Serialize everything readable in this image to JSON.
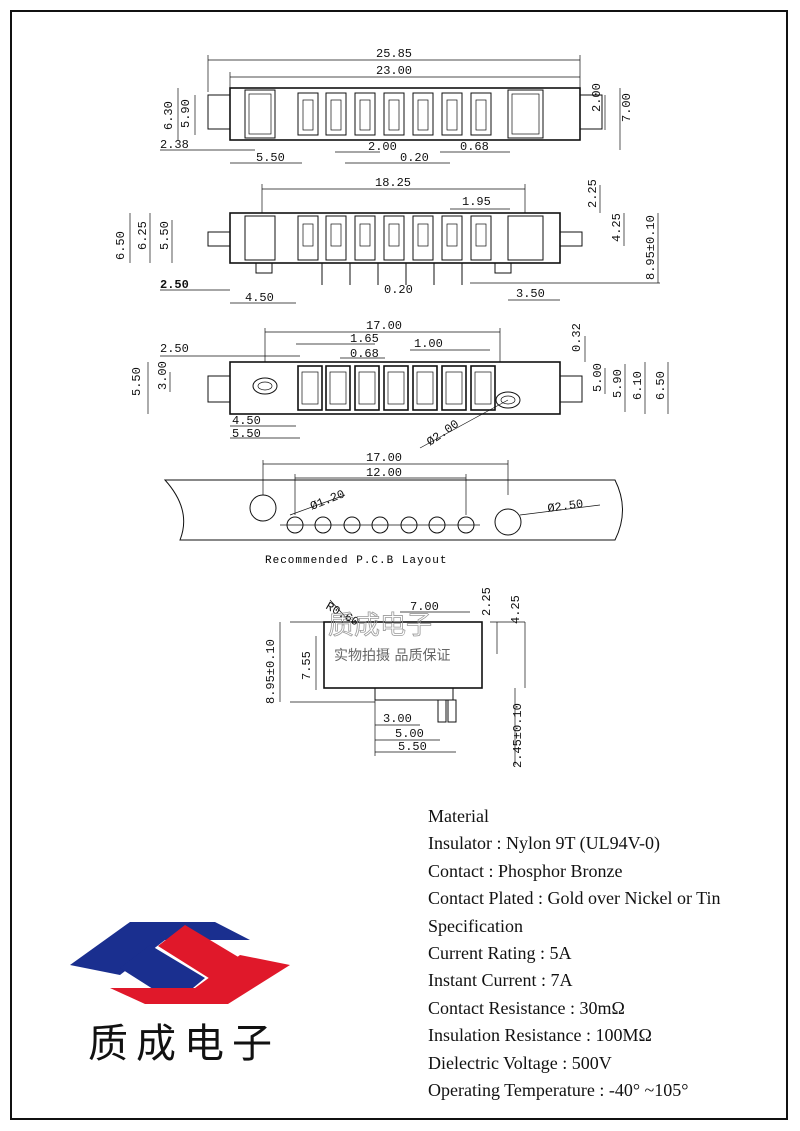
{
  "drawing": {
    "front_view": {
      "dims": [
        "25.85",
        "23.00",
        "6.30",
        "5.90",
        "2.00",
        "7.00",
        "2.38",
        "5.50",
        "2.00",
        "0.20",
        "0.68"
      ]
    },
    "side_view": {
      "dims": [
        "18.25",
        "1.95",
        "2.25",
        "6.50",
        "6.25",
        "5.50",
        "4.25",
        "8.95±0.10",
        "2.50",
        "4.50",
        "0.20",
        "3.50"
      ]
    },
    "top_view": {
      "dims": [
        "17.00",
        "1.65",
        "1.00",
        "2.50",
        "0.68",
        "0.32",
        "5.50",
        "3.00",
        "5.00",
        "5.90",
        "6.10",
        "6.50",
        "4.50",
        "5.50",
        "Ø2.00"
      ]
    },
    "pcb_layout": {
      "dims": [
        "17.00",
        "12.00",
        "Ø1.20",
        "Ø2.50"
      ],
      "caption": "Recommended P.C.B Layout"
    },
    "end_view": {
      "dims": [
        "R0.60",
        "7.00",
        "2.25",
        "4.25",
        "8.95±0.10",
        "7.55",
        "3.00",
        "5.00",
        "5.50",
        "2.45±0.10"
      ]
    },
    "watermark": {
      "line1": "质成电子",
      "line2": "实物拍摄 品质保证"
    }
  },
  "specs": {
    "material_heading": "Material",
    "insulator": "Insulator : Nylon 9T (UL94V-0)",
    "contact": "Contact : Phosphor  Bronze",
    "contact_plated": "Contact Plated : Gold over Nickel or Tin",
    "specification_heading": "Specification",
    "current_rating": "Current Rating : 5A",
    "instant_current": "Instant Current : 7A",
    "contact_resistance": "Contact Resistance : 30mΩ",
    "insulation_resistance": "Insulation Resistance : 100MΩ",
    "dielectric_voltage": "Dielectric  Voltage : 500V",
    "operating_temperature": "Operating Temperature : -40° ~105°"
  },
  "logo": {
    "text": "质成电子",
    "colors": {
      "blue": "#1a2f8f",
      "red": "#e0182a"
    }
  }
}
